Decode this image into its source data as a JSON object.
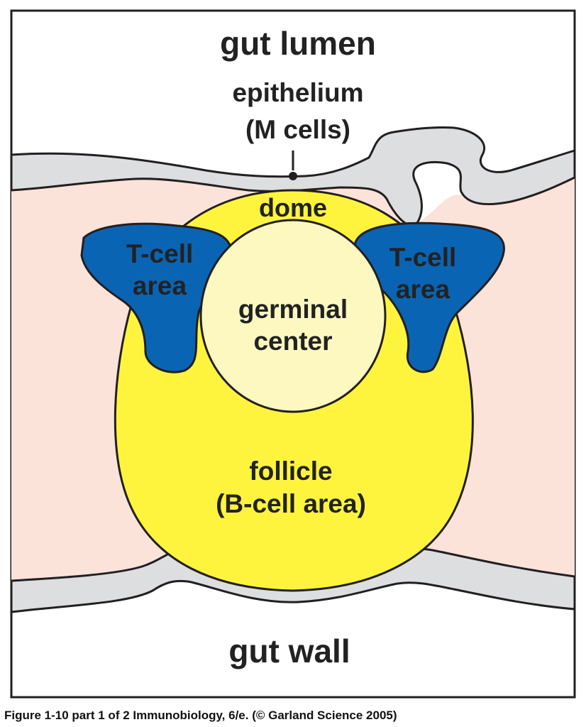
{
  "labels": {
    "gut_lumen": "gut lumen",
    "epithelium": "epithelium",
    "m_cells": "(M cells)",
    "dome": "dome",
    "t_cell_left_1": "T-cell",
    "t_cell_left_2": "area",
    "t_cell_right_1": "T-cell",
    "t_cell_right_2": "area",
    "germinal_1": "germinal",
    "germinal_2": "center",
    "follicle_1": "follicle",
    "follicle_2": "(B-cell area)",
    "gut_wall": "gut wall"
  },
  "caption": "Figure 1-10 part 1 of 2  Immunobiology, 6/e. (© Garland Science 2005)",
  "colors": {
    "tissue": "#fbe3d9",
    "epithelium": "#dcdedf",
    "follicle": "#fef43e",
    "germinal_center": "#fdf8c0",
    "t_cell_area": "#0a64b4",
    "outline": "#231f20"
  }
}
